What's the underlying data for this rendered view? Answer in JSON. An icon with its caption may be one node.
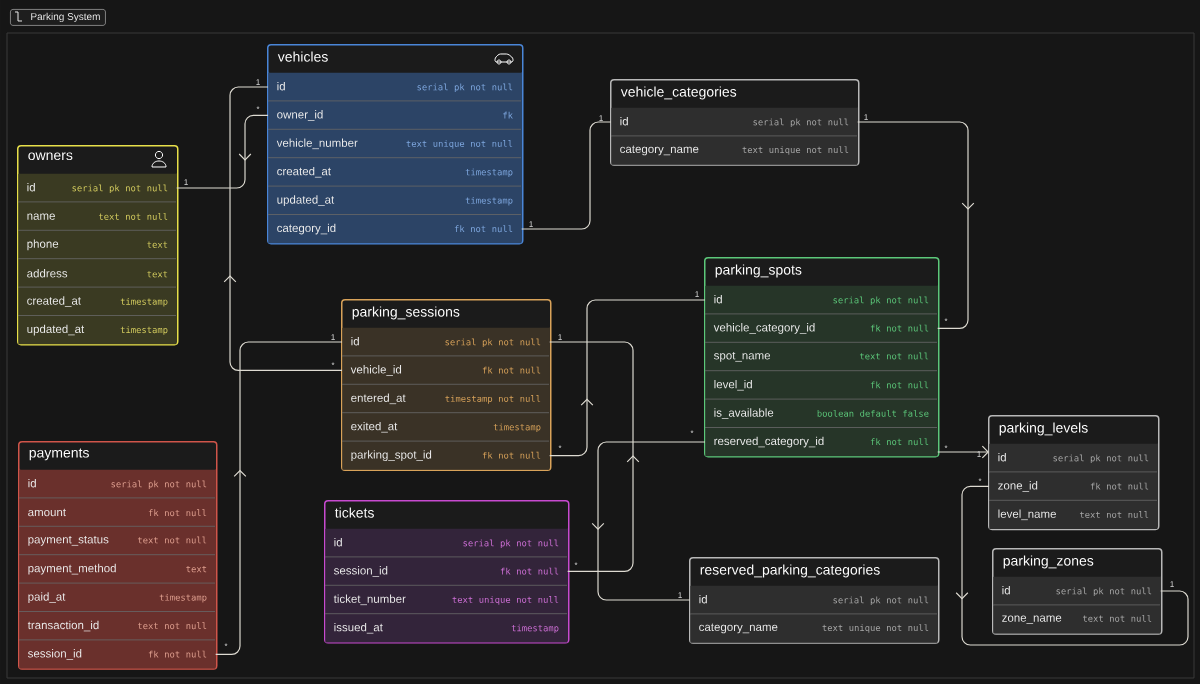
{
  "diagram": {
    "title": "Parking System",
    "nodes": [
      {
        "text": [
          "vehicles"
        ]
      },
      {
        "text": [
          "id",
          "serial pk not null"
        ],
        "in": 0
      },
      {
        "text": [
          "owner_id",
          "fk"
        ],
        "in": 0
      },
      {
        "text": [
          "vehicle_number",
          "text unique not null"
        ],
        "in": 0
      },
      {
        "text": [
          "created_at",
          "timestamp"
        ],
        "in": 0
      },
      {
        "text": [
          "updated_at",
          "timestamp"
        ],
        "in": 0
      },
      {
        "text": [
          "category_id",
          "fk not null"
        ],
        "in": 0
      },
      {
        "text": [
          "vehicle_categories"
        ]
      },
      {
        "text": [
          "id",
          "serial pk not null"
        ],
        "in": 7
      },
      {
        "text": [
          "category_name",
          "text unique not null"
        ],
        "in": 7
      },
      {
        "text": [
          "owners"
        ]
      },
      {
        "text": [
          "id",
          "serial pk not null"
        ],
        "in": 10
      },
      {
        "text": [
          "name",
          "text not null"
        ],
        "in": 10
      },
      {
        "text": [
          "phone",
          "text"
        ],
        "in": 10
      },
      {
        "text": [
          "address",
          "text"
        ],
        "in": 10
      },
      {
        "text": [
          "created_at",
          "timestamp"
        ],
        "in": 10
      },
      {
        "text": [
          "updated_at",
          "timestamp"
        ],
        "in": 10
      },
      {
        "text": [
          "parking_spots"
        ]
      },
      {
        "text": [
          "id",
          "serial pk not null"
        ],
        "in": 17
      },
      {
        "text": [
          "vehicle_category_id",
          "fk not null"
        ],
        "in": 17
      },
      {
        "text": [
          "spot_name",
          "text not null"
        ],
        "in": 17
      },
      {
        "text": [
          "level_id",
          "fk not null"
        ],
        "in": 17
      },
      {
        "text": [
          "is_available",
          "boolean default false"
        ],
        "in": 17
      },
      {
        "text": [
          "reserved_category_id",
          "fk not null"
        ],
        "in": 17
      },
      {
        "text": [
          "parking_sessions"
        ]
      },
      {
        "text": [
          "id",
          "serial pk not null"
        ],
        "in": 24
      },
      {
        "text": [
          "vehicle_id",
          "fk not null"
        ],
        "in": 24
      },
      {
        "text": [
          "entered_at",
          "timestamp not null"
        ],
        "in": 24
      },
      {
        "text": [
          "exited_at",
          "timestamp"
        ],
        "in": 24
      },
      {
        "text": [
          "parking_spot_id",
          "fk not null"
        ],
        "in": 24
      },
      {
        "text": [
          "parking_levels"
        ]
      },
      {
        "text": [
          "id",
          "serial pk not null"
        ],
        "in": 30
      },
      {
        "text": [
          "zone_id",
          "fk not null"
        ],
        "in": 30
      },
      {
        "text": [
          "level_name",
          "text not null"
        ],
        "in": 30
      },
      {
        "text": [
          "payments"
        ]
      },
      {
        "text": [
          "id",
          "serial pk not null"
        ],
        "in": 34
      },
      {
        "text": [
          "amount",
          "fk not null"
        ],
        "in": 34
      },
      {
        "text": [
          "payment_status",
          "text not null"
        ],
        "in": 34
      },
      {
        "text": [
          "payment_method",
          "text"
        ],
        "in": 34
      },
      {
        "text": [
          "paid_at",
          "timestamp"
        ],
        "in": 34
      },
      {
        "text": [
          "transaction_id",
          "text not null"
        ],
        "in": 34
      },
      {
        "text": [
          "session_id",
          "fk not null"
        ],
        "in": 34
      },
      {
        "text": [
          "tickets"
        ]
      },
      {
        "text": [
          "id",
          "serial pk not null"
        ],
        "in": 42
      },
      {
        "text": [
          "session_id",
          "fk not null"
        ],
        "in": 42
      },
      {
        "text": [
          "ticket_number",
          "text unique not null"
        ],
        "in": 42
      },
      {
        "text": [
          "issued_at",
          "timestamp"
        ],
        "in": 42
      },
      {
        "text": [
          "parking_zones"
        ]
      },
      {
        "text": [
          "id",
          "serial pk not null"
        ],
        "in": 47
      },
      {
        "text": [
          "zone_name",
          "text not null"
        ],
        "in": 47
      },
      {
        "text": [
          "reserved_parking_categories"
        ]
      },
      {
        "text": [
          "id",
          "serial pk not null"
        ],
        "in": 50
      },
      {
        "text": [
          "category_name",
          "text unique not null"
        ],
        "in": 50
      }
    ],
    "edges": [
      {
        "from": 2,
        "to": 11,
        "arrow": "to"
      },
      {
        "from": 26,
        "to": 1,
        "arrow": "to"
      },
      {
        "from": 6,
        "to": 8,
        "arrow": "none"
      },
      {
        "from": 8,
        "to": 19,
        "arrow": "to"
      },
      {
        "from": 41,
        "to": 25,
        "arrow": "to"
      },
      {
        "from": 29,
        "to": 18,
        "arrow": "to"
      },
      {
        "from": 44,
        "to": 25,
        "arrow": "to"
      },
      {
        "from": 23,
        "to": 51,
        "arrow": "to"
      },
      {
        "from": 23,
        "to": 31,
        "arrow": "to"
      },
      {
        "from": 32,
        "to": 48,
        "arrow": "to"
      }
    ],
    "labels": [
      "1",
      "*",
      "1",
      "1",
      "1",
      "1",
      "1",
      "*",
      "1",
      "1",
      "*",
      "*",
      "*",
      "*",
      "1",
      "*",
      "*",
      "1",
      "1",
      "*"
    ]
  }
}
